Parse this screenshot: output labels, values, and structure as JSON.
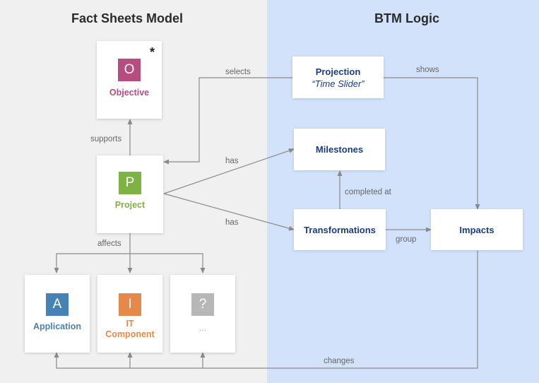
{
  "headings": {
    "left": "Fact Sheets Model",
    "right": "BTM Logic"
  },
  "fact_sheets": {
    "objective": {
      "letter": "O",
      "label": "Objective",
      "marker": "*",
      "color": "#b74c7e"
    },
    "project": {
      "letter": "P",
      "label": "Project",
      "color": "#7cb342"
    },
    "application": {
      "letter": "A",
      "label": "Application",
      "color": "#4682b4"
    },
    "it_component": {
      "letter": "I",
      "label_line1": "IT",
      "label_line2": "Component",
      "color": "#e5894a"
    },
    "unknown": {
      "letter": "?",
      "label": "...",
      "color": "#b7b7b7"
    }
  },
  "btm": {
    "projection": {
      "label": "Projection",
      "sublabel": "“Time Slider”"
    },
    "milestones": {
      "label": "Milestones"
    },
    "transformations": {
      "label": "Transformations"
    },
    "impacts": {
      "label": "Impacts"
    }
  },
  "edges": {
    "selects": "selects",
    "shows": "shows",
    "supports": "supports",
    "has_top": "has",
    "has_bottom": "has",
    "completed_at": "completed at",
    "group": "group",
    "affects": "affects",
    "changes": "changes"
  },
  "colors": {
    "left_bg": "#f0f0f0",
    "right_bg": "#d3e2fb",
    "btm_text": "#183b8c",
    "edge": "#8a8a8a"
  }
}
